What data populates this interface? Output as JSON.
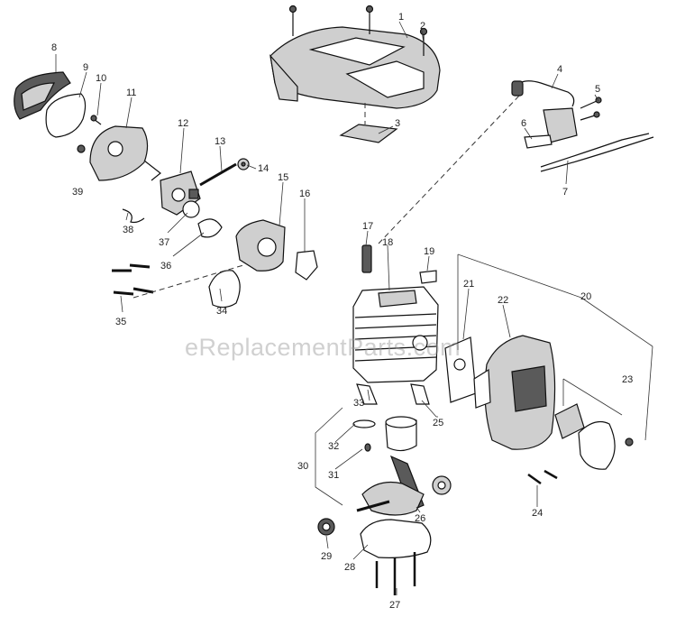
{
  "watermark": "eReplacementParts.com",
  "callouts": [
    {
      "id": "c1",
      "label": "1"
    },
    {
      "id": "c2",
      "label": "2"
    },
    {
      "id": "c3",
      "label": "3"
    },
    {
      "id": "c4",
      "label": "4"
    },
    {
      "id": "c5",
      "label": "5"
    },
    {
      "id": "c6",
      "label": "6"
    },
    {
      "id": "c7",
      "label": "7"
    },
    {
      "id": "c8",
      "label": "8"
    },
    {
      "id": "c9",
      "label": "9"
    },
    {
      "id": "c10",
      "label": "10"
    },
    {
      "id": "c11",
      "label": "11"
    },
    {
      "id": "c12",
      "label": "12"
    },
    {
      "id": "c13",
      "label": "13"
    },
    {
      "id": "c14",
      "label": "14"
    },
    {
      "id": "c15",
      "label": "15"
    },
    {
      "id": "c16",
      "label": "16"
    },
    {
      "id": "c17",
      "label": "17"
    },
    {
      "id": "c18",
      "label": "18"
    },
    {
      "id": "c19",
      "label": "19"
    },
    {
      "id": "c20",
      "label": "20"
    },
    {
      "id": "c21",
      "label": "21"
    },
    {
      "id": "c22",
      "label": "22"
    },
    {
      "id": "c23",
      "label": "23"
    },
    {
      "id": "c24",
      "label": "24"
    },
    {
      "id": "c25",
      "label": "25"
    },
    {
      "id": "c26",
      "label": "26"
    },
    {
      "id": "c27",
      "label": "27"
    },
    {
      "id": "c28",
      "label": "28"
    },
    {
      "id": "c29",
      "label": "29"
    },
    {
      "id": "c30",
      "label": "30"
    },
    {
      "id": "c31",
      "label": "31"
    },
    {
      "id": "c32",
      "label": "32"
    },
    {
      "id": "c33",
      "label": "33"
    },
    {
      "id": "c34",
      "label": "34"
    },
    {
      "id": "c35",
      "label": "35"
    },
    {
      "id": "c36",
      "label": "36"
    },
    {
      "id": "c37",
      "label": "37"
    },
    {
      "id": "c38",
      "label": "38"
    },
    {
      "id": "c39",
      "label": "39"
    }
  ]
}
